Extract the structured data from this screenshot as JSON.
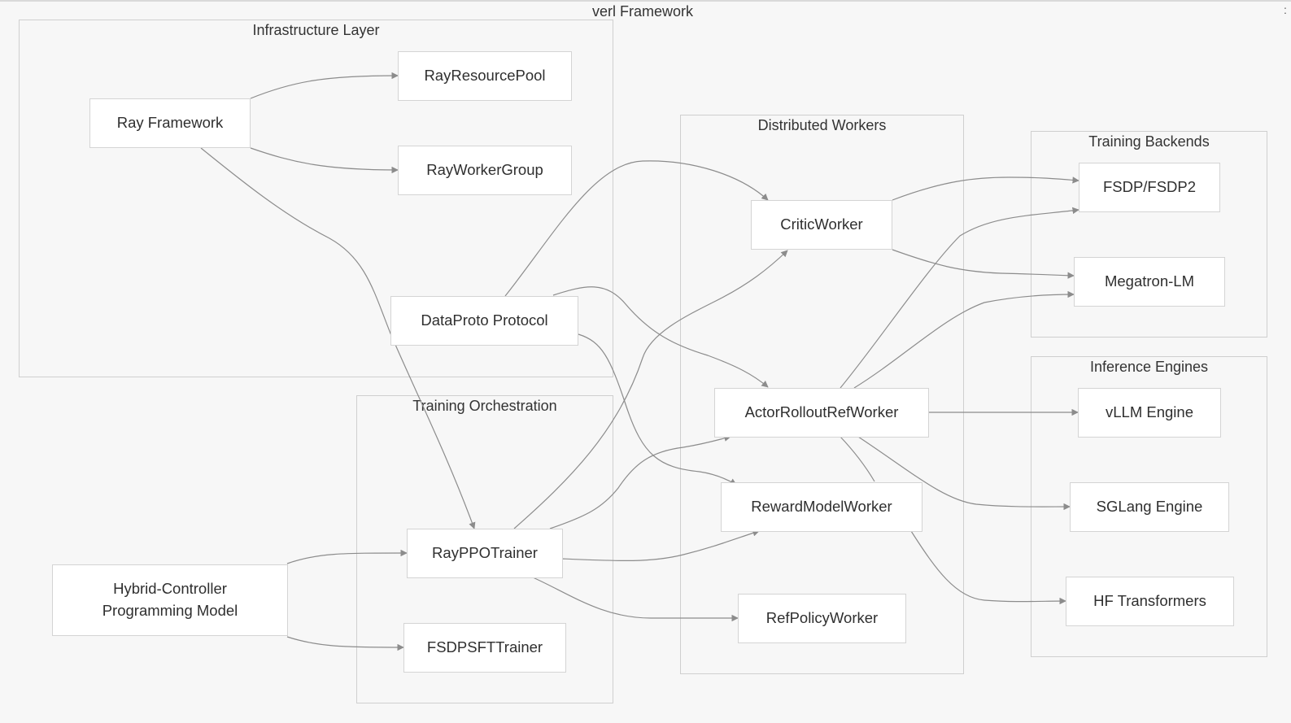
{
  "diagram": {
    "title": "verl Framework",
    "groups": {
      "infrastructure": "Infrastructure Layer",
      "orchestration": "Training Orchestration",
      "workers": "Distributed Workers",
      "backends": "Training Backends",
      "inference": "Inference Engines"
    },
    "nodes": {
      "ray_framework": "Ray Framework",
      "ray_resource_pool": "RayResourcePool",
      "ray_worker_group": "RayWorkerGroup",
      "dataproto": "DataProto Protocol",
      "hybrid_controller_line1": "Hybrid-Controller",
      "hybrid_controller_line2": "Programming Model",
      "ray_ppo_trainer": "RayPPOTrainer",
      "fsdp_sft_trainer": "FSDPSFTTrainer",
      "critic_worker": "CriticWorker",
      "actor_rollout_ref_worker": "ActorRolloutRefWorker",
      "reward_model_worker": "RewardModelWorker",
      "ref_policy_worker": "RefPolicyWorker",
      "fsdp": "FSDP/FSDP2",
      "megatron": "Megatron-LM",
      "vllm": "vLLM Engine",
      "sglang": "SGLang Engine",
      "hf_transformers": "HF Transformers"
    },
    "edges": [
      {
        "from": "Ray Framework",
        "to": "RayResourcePool"
      },
      {
        "from": "Ray Framework",
        "to": "RayWorkerGroup"
      },
      {
        "from": "Ray Framework",
        "to": "RayPPOTrainer"
      },
      {
        "from": "Hybrid-Controller Programming Model",
        "to": "RayPPOTrainer"
      },
      {
        "from": "Hybrid-Controller Programming Model",
        "to": "FSDPSFTTrainer"
      },
      {
        "from": "DataProto Protocol",
        "to": "CriticWorker"
      },
      {
        "from": "DataProto Protocol",
        "to": "ActorRolloutRefWorker"
      },
      {
        "from": "DataProto Protocol",
        "to": "RewardModelWorker"
      },
      {
        "from": "RayPPOTrainer",
        "to": "CriticWorker"
      },
      {
        "from": "RayPPOTrainer",
        "to": "ActorRolloutRefWorker"
      },
      {
        "from": "RayPPOTrainer",
        "to": "RewardModelWorker"
      },
      {
        "from": "RayPPOTrainer",
        "to": "RefPolicyWorker"
      },
      {
        "from": "CriticWorker",
        "to": "FSDP/FSDP2"
      },
      {
        "from": "CriticWorker",
        "to": "Megatron-LM"
      },
      {
        "from": "ActorRolloutRefWorker",
        "to": "FSDP/FSDP2"
      },
      {
        "from": "ActorRolloutRefWorker",
        "to": "Megatron-LM"
      },
      {
        "from": "ActorRolloutRefWorker",
        "to": "vLLM Engine"
      },
      {
        "from": "ActorRolloutRefWorker",
        "to": "SGLang Engine"
      },
      {
        "from": "ActorRolloutRefWorker",
        "to": "HF Transformers"
      }
    ]
  }
}
